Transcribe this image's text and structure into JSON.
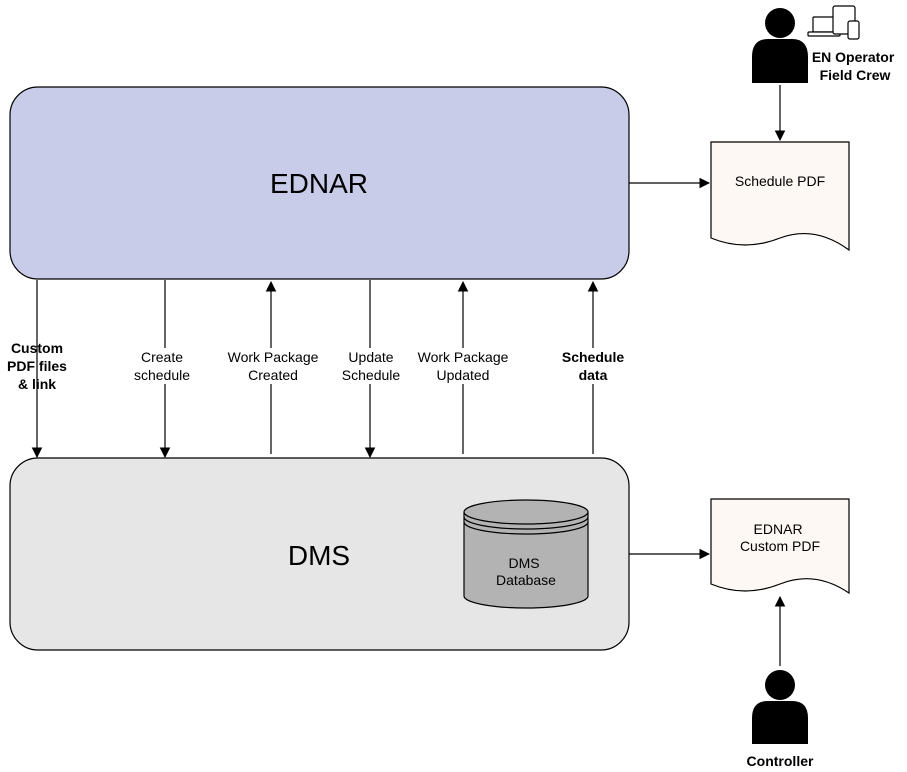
{
  "systems": {
    "ednar": {
      "label": "EDNAR",
      "fill": "#c8cce8"
    },
    "dms": {
      "label": "DMS",
      "fill": "#e6e6e6"
    }
  },
  "database": {
    "lines": [
      "DMS",
      "Database"
    ],
    "fill": "#b3b3b3"
  },
  "documents": {
    "schedule_pdf": {
      "lines": [
        "Schedule PDF"
      ]
    },
    "custom_pdf": {
      "lines": [
        "EDNAR",
        "Custom PDF"
      ]
    },
    "fill": "#fdf8f3"
  },
  "actors": {
    "operator": {
      "lines": [
        "EN Operator",
        "Field Crew"
      ]
    },
    "controller": {
      "lines": [
        "Controller"
      ]
    }
  },
  "flows": [
    {
      "lines": [
        "Custom",
        "PDF files",
        "& link"
      ],
      "bold": true,
      "direction": "down"
    },
    {
      "lines": [
        "Create",
        "schedule"
      ],
      "bold": false,
      "direction": "down"
    },
    {
      "lines": [
        "Work Package",
        "Created"
      ],
      "bold": false,
      "direction": "up"
    },
    {
      "lines": [
        "Update",
        "Schedule"
      ],
      "bold": false,
      "direction": "down"
    },
    {
      "lines": [
        "Work Package",
        "Updated"
      ],
      "bold": false,
      "direction": "up"
    },
    {
      "lines": [
        "Schedule",
        "data"
      ],
      "bold": true,
      "direction": "up"
    }
  ]
}
